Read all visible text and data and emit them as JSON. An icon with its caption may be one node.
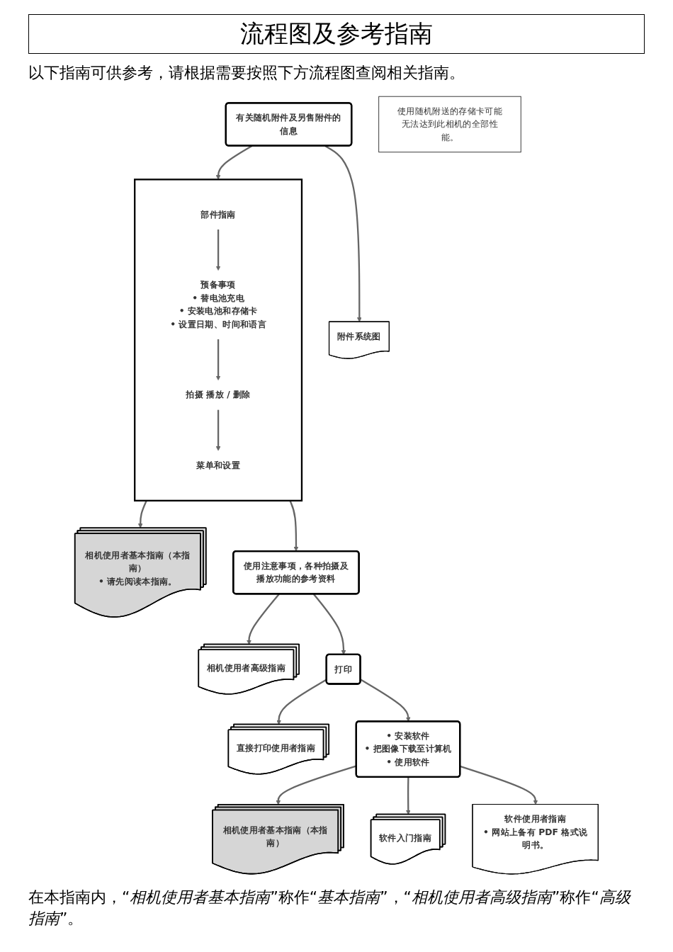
{
  "diagram": {
    "title": "流程图及参考指南",
    "nodes": [
      {
        "text": [
          "有关随机附件及另售附件的信息"
        ]
      },
      {
        "text": [
          "附件系统图"
        ]
      },
      {
        "text": [],
        "shape": "box"
      },
      {
        "text": [
          "部件指南"
        ],
        "in": 2
      },
      {
        "text": [
          "预备事项",
          "• 替电池充电",
          "• 安装电池和存储卡",
          "• 设置日期、时间和语言"
        ],
        "in": 2
      },
      {
        "text": [
          "拍摄 播放 / 删除"
        ],
        "in": 2
      },
      {
        "text": [
          "菜单和设置"
        ],
        "in": 2
      },
      {
        "text": [
          "相机使用者基本指南（本指南）",
          "• 请先阅读本指南。"
        ]
      },
      {
        "text": [
          "使用注意事项，各种拍摄及播放功能的参考资料"
        ]
      },
      {
        "text": [
          "相机使用者高级指南"
        ]
      },
      {
        "text": [
          "打印"
        ]
      },
      {
        "text": [
          "直接打印使用者指南"
        ]
      },
      {
        "text": [
          "• 安装软件",
          "• 把图像下载至计算机",
          "• 使用软件"
        ]
      },
      {
        "text": [
          "相机使用者基本指南（本指南）"
        ]
      },
      {
        "text": [
          "软件入门指南"
        ]
      },
      {
        "text": [
          "软件使用者指南",
          "• 网站上备有 PDF 格式说明书。"
        ]
      },
      {
        "text": [
          "使用随机附送的存储卡可能无法达到此相机的全部性能。"
        ]
      }
    ],
    "edges": [
      {
        "from": 0,
        "to": 1,
        "arrow": "to"
      },
      {
        "from": 0,
        "to": 2,
        "arrow": "to"
      },
      {
        "from": 3,
        "to": 4,
        "arrow": "to"
      },
      {
        "from": 4,
        "to": 5,
        "arrow": "to"
      },
      {
        "from": 5,
        "to": 6,
        "arrow": "to"
      },
      {
        "from": 2,
        "to": 7,
        "arrow": "to"
      },
      {
        "from": 2,
        "to": 8,
        "arrow": "to"
      },
      {
        "from": 8,
        "to": 9,
        "arrow": "to"
      },
      {
        "from": 8,
        "to": 10,
        "arrow": "to"
      },
      {
        "from": 10,
        "to": 11,
        "arrow": "to"
      },
      {
        "from": 10,
        "to": 12,
        "arrow": "to"
      },
      {
        "from": 12,
        "to": 13,
        "arrow": "to"
      },
      {
        "from": 12,
        "to": 14,
        "arrow": "to"
      },
      {
        "from": 12,
        "to": 15,
        "arrow": "to"
      }
    ],
    "labels": [
      "以下指南可供参考，请根据需要按照下方流程图查阅相关指南。",
      "在本指南内，“*相机使用者基本指南*”称作“*基本指南*”，“*相机使用者高级指南*”称作“*高级指南*”。"
    ]
  }
}
